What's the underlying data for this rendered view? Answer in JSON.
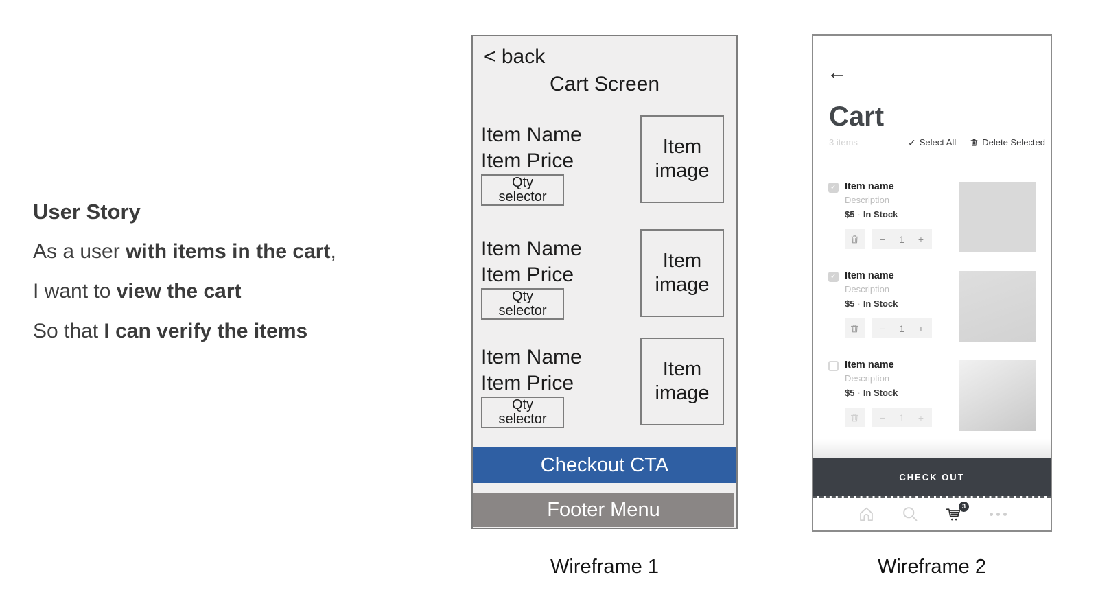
{
  "user_story": {
    "title": "User Story",
    "lines": [
      {
        "prefix": "As a user ",
        "bold": "with items in the cart",
        "suffix": ","
      },
      {
        "prefix": "I want to ",
        "bold": "view the cart",
        "suffix": ""
      },
      {
        "prefix": "So that ",
        "bold": "I can verify the items",
        "suffix": ""
      }
    ]
  },
  "wireframe1": {
    "caption": "Wireframe 1",
    "back_label": "< back",
    "title": "Cart Screen",
    "items": [
      {
        "name": "Item Name",
        "price": "Item Price",
        "qty_selector": "Qty selector",
        "image_label": "Item image"
      },
      {
        "name": "Item Name",
        "price": "Item Price",
        "qty_selector": "Qty selector",
        "image_label": "Item image"
      },
      {
        "name": "Item Name",
        "price": "Item Price",
        "qty_selector": "Qty selector",
        "image_label": "Item image"
      }
    ],
    "checkout_label": "Checkout CTA",
    "footer_label": "Footer Menu"
  },
  "wireframe2": {
    "caption": "Wireframe 2",
    "back_icon": "←",
    "title": "Cart",
    "item_count": "3 items",
    "check_glyph": "✓",
    "select_all_label": "Select All",
    "delete_selected_label": "Delete Selected",
    "stepper_minus": "−",
    "stepper_plus": "+",
    "items": [
      {
        "name": "Item name",
        "description": "Description",
        "price": "$5",
        "separator": "·",
        "stock": "In Stock",
        "qty": "1",
        "checked": true
      },
      {
        "name": "Item name",
        "description": "Description",
        "price": "$5",
        "separator": "·",
        "stock": "In Stock",
        "qty": "1",
        "checked": true
      },
      {
        "name": "Item name",
        "description": "Description",
        "price": "$5",
        "separator": "·",
        "stock": "In Stock",
        "qty": "1",
        "checked": false
      }
    ],
    "checkout_label": "CHECK OUT",
    "cart_badge_count": "3"
  },
  "colors": {
    "checkout_cta_blue": "#2f5fa3",
    "footer_menu_gray": "#8a8685",
    "checkout_dark": "#3c4046",
    "wireframe1_bg": "#f0efef",
    "image_placeholder_gray": "#d9d9d9"
  }
}
